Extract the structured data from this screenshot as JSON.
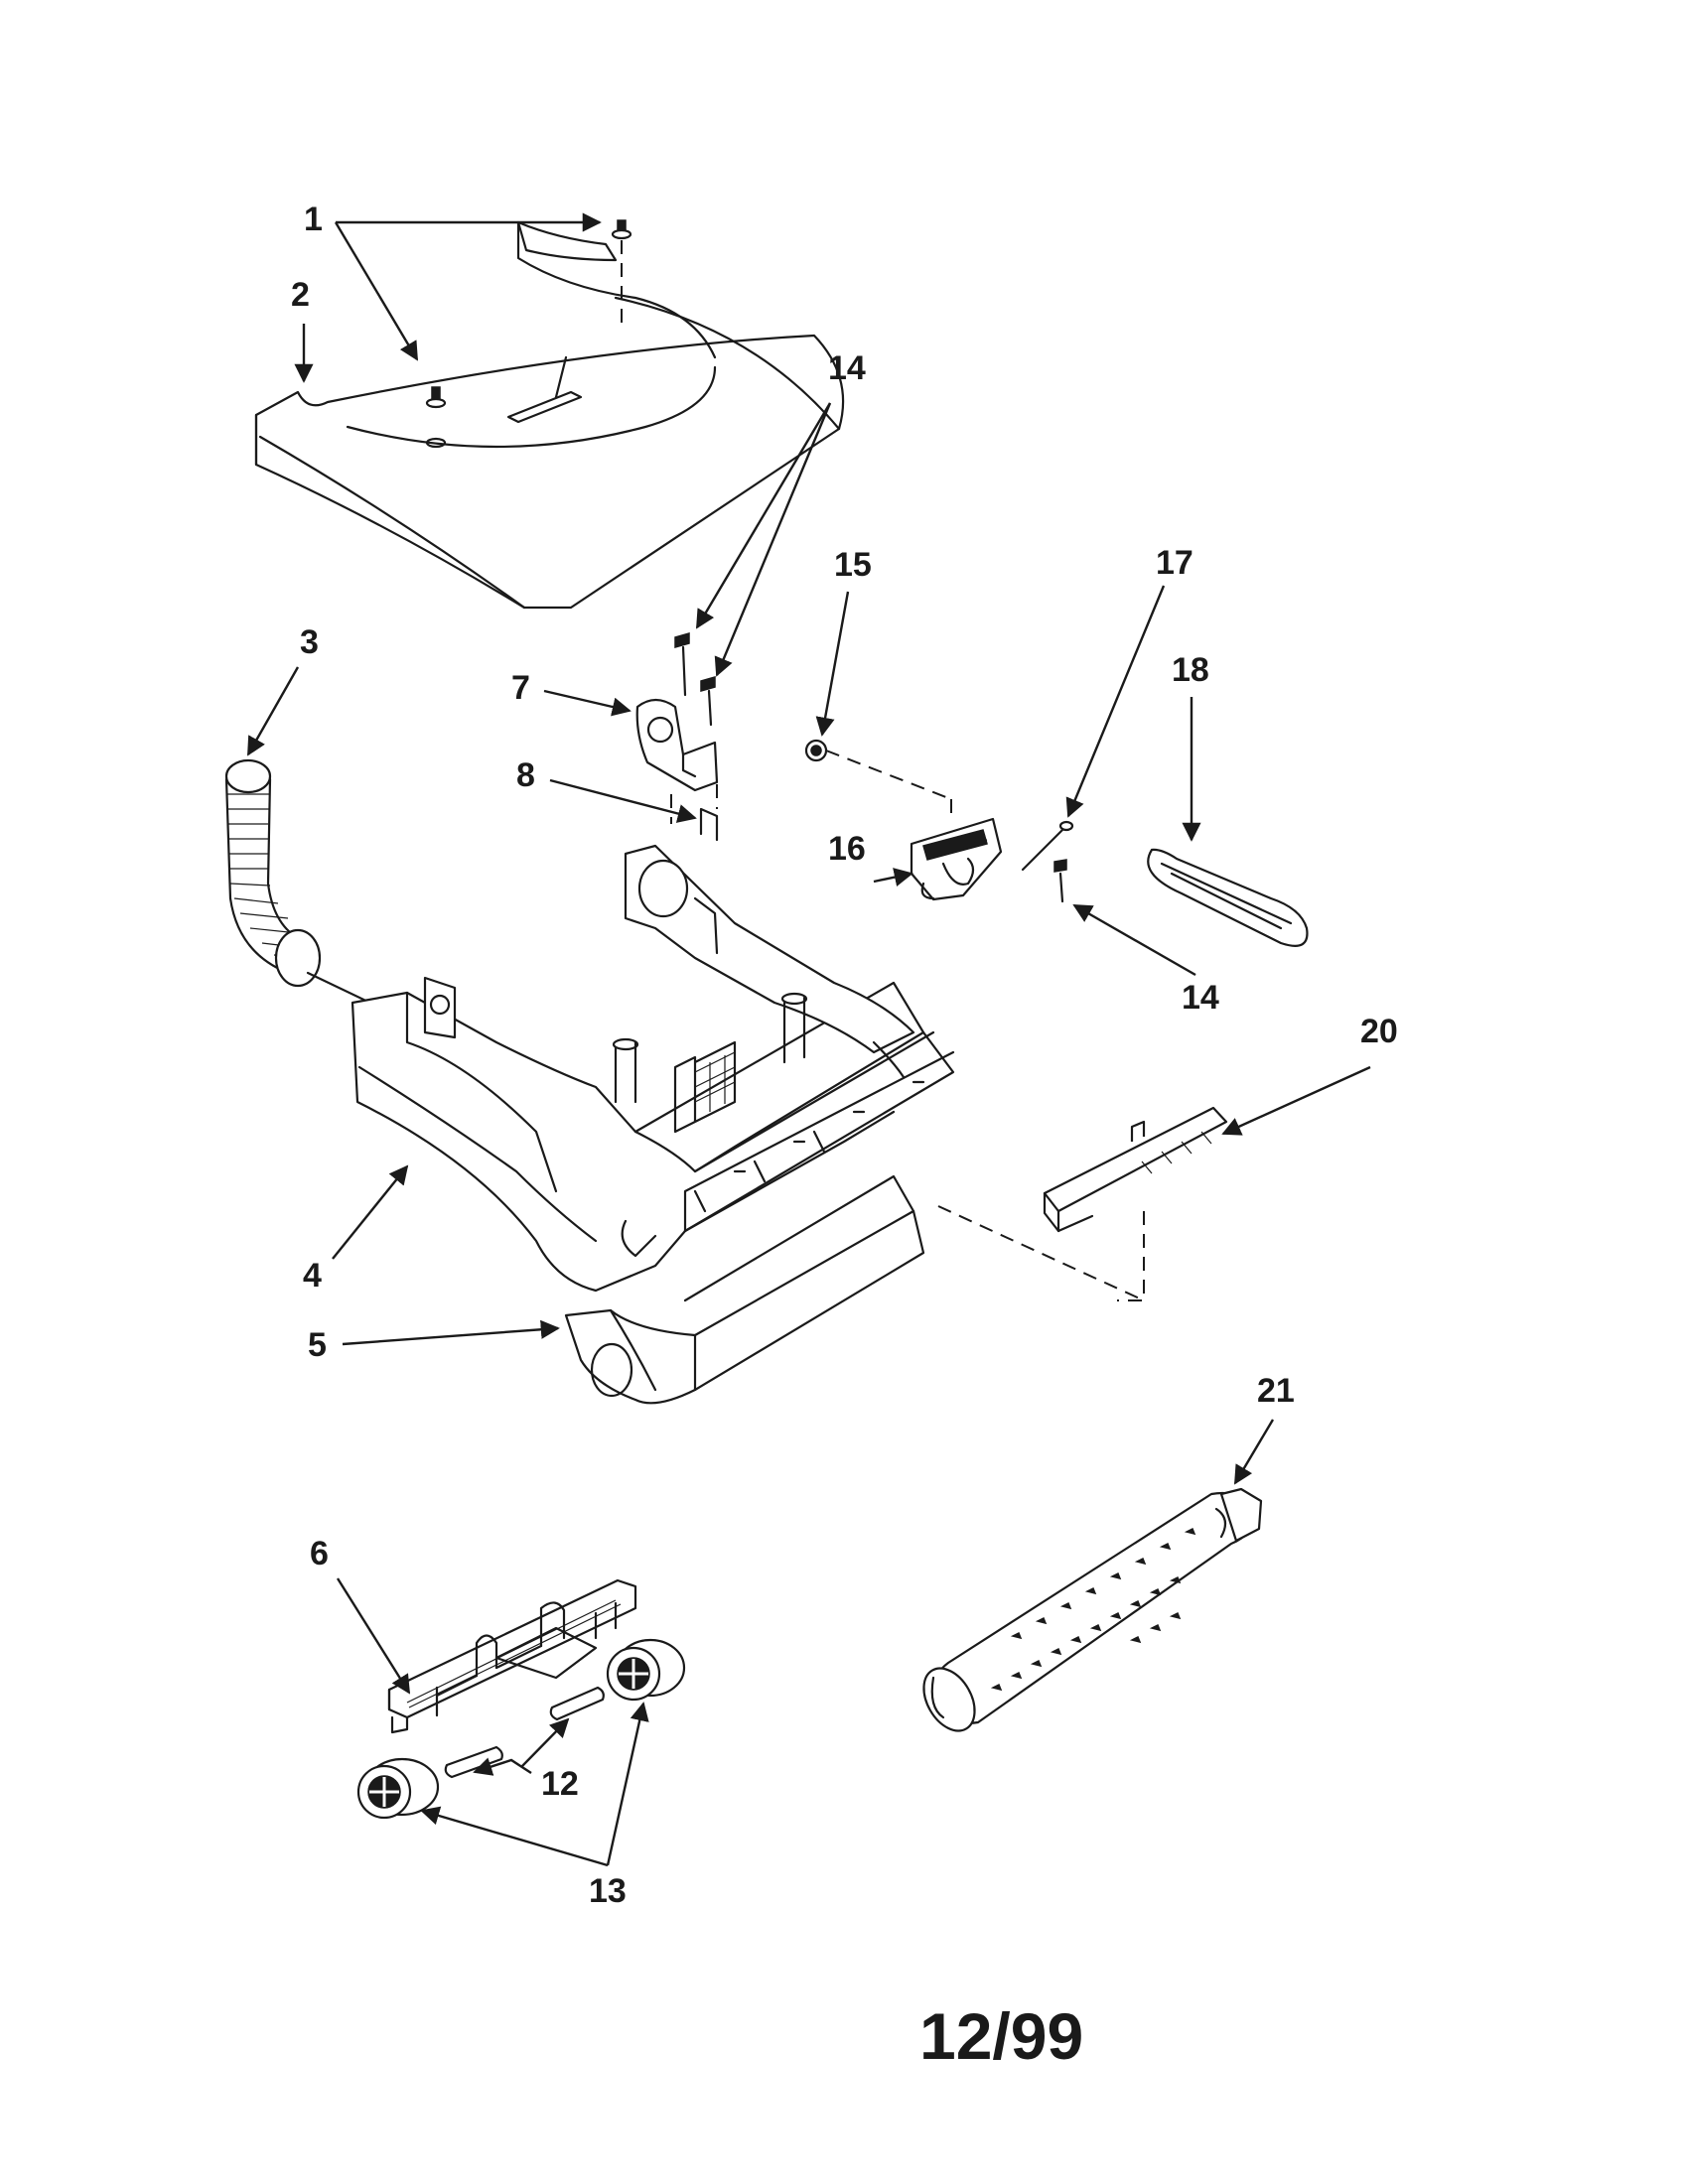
{
  "diagram": {
    "callouts": {
      "c1": "1",
      "c2": "2",
      "c3": "3",
      "c4": "4",
      "c5": "5",
      "c6": "6",
      "c7": "7",
      "c8": "8",
      "c12": "12",
      "c13": "13",
      "c14a": "14",
      "c14b": "14",
      "c15": "15",
      "c16": "16",
      "c17": "17",
      "c18": "18",
      "c20": "20",
      "c21": "21"
    },
    "date_code": "12/99"
  }
}
